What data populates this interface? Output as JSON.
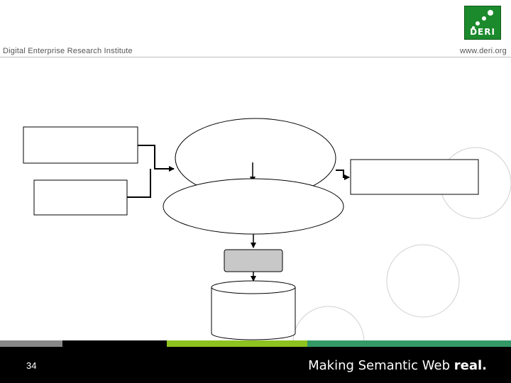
{
  "header": {
    "institute": "Digital Enterprise Research Institute",
    "url": "www.deri.org",
    "logo_text": "DERI"
  },
  "footer": {
    "page_number": "34",
    "tagline_main": "Making Semantic Web ",
    "tagline_bold": "real."
  },
  "colors": {
    "logo_green": "#1b8a2d",
    "stripe_gray": "#888888",
    "stripe_lime": "#8ec21f",
    "stripe_teal": "#339966",
    "process_box": "#c8c8c8"
  }
}
